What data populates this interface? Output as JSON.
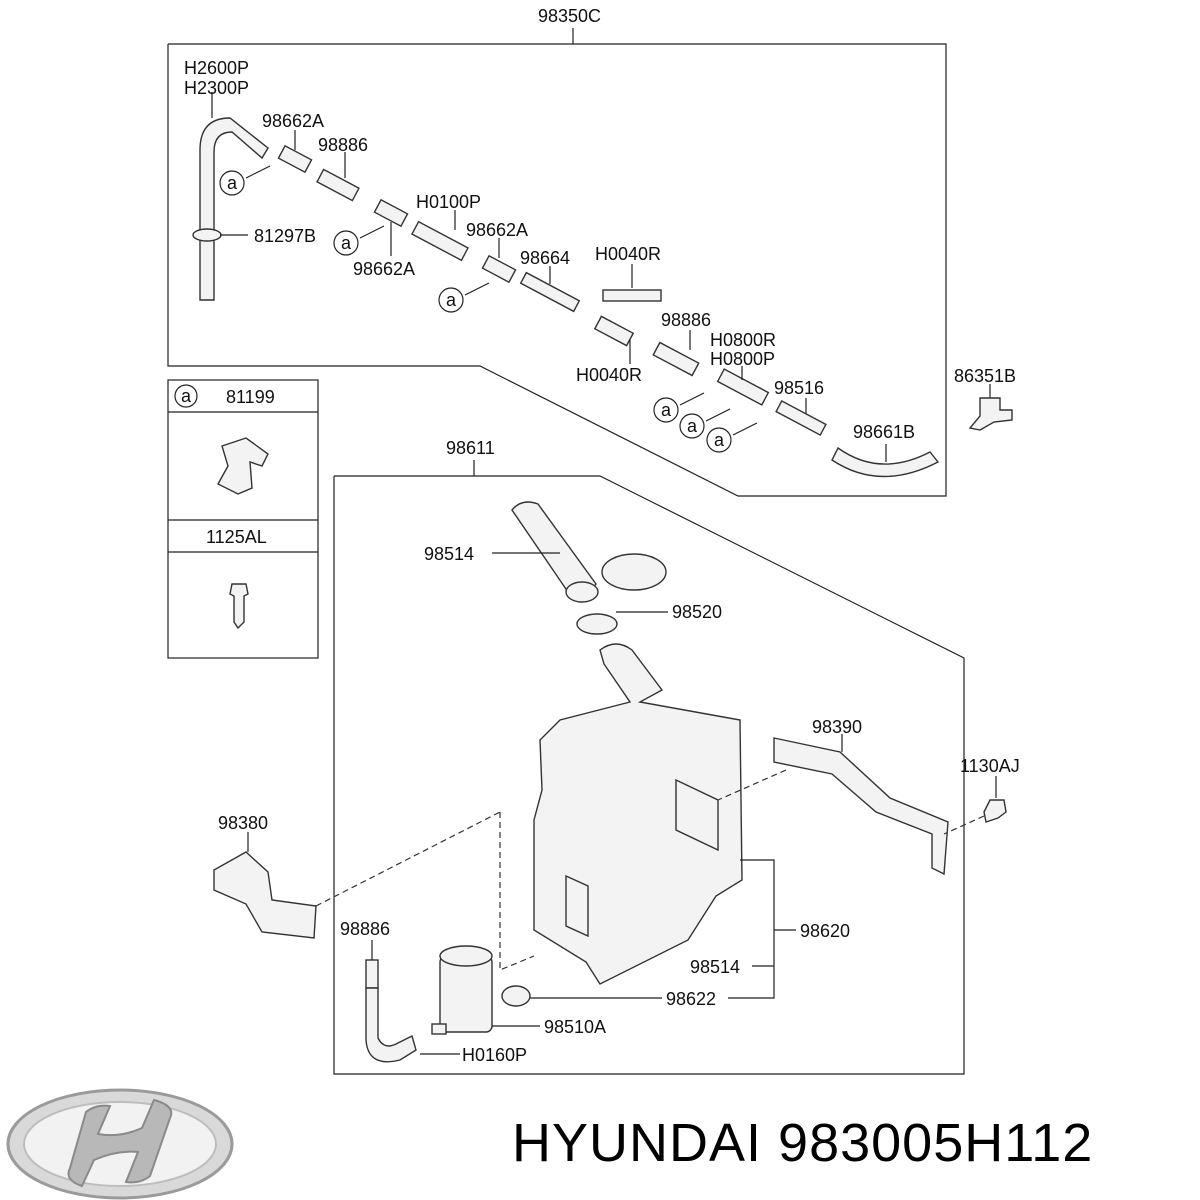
{
  "diagram": {
    "labels": {
      "assembly_top": "98350C",
      "h2600p": "H2600P",
      "h2300p": "H2300P",
      "p98662a_1": "98662A",
      "p98886_1": "98886",
      "p81297b": "81297B",
      "h0100p": "H0100P",
      "p98662a_2": "98662A",
      "p98662a_3": "98662A",
      "p98664": "98664",
      "h0040r_1": "H0040R",
      "p98886_2": "98886",
      "h0800r": "H0800R",
      "h0800p": "H0800P",
      "h0040r_2": "H0040R",
      "p98516": "98516",
      "p86351b": "86351B",
      "p98661b": "98661B",
      "legend_clip_code": "81199",
      "legend_bolt_code": "1125AL",
      "callout_letter": "a",
      "p98611": "98611",
      "p98514_top": "98514",
      "p98520": "98520",
      "p98390": "98390",
      "p1130aj": "1130AJ",
      "p98380": "98380",
      "p98886_3": "98886",
      "p98620": "98620",
      "p98514_bottom": "98514",
      "p98622": "98622",
      "p98510a": "98510A",
      "h0160p": "H0160P"
    }
  },
  "footer": {
    "brand": "HYUNDAI",
    "part_number": "983005H112"
  },
  "colors": {
    "line": "#222222",
    "logo_silver": "#b8b8b8"
  }
}
